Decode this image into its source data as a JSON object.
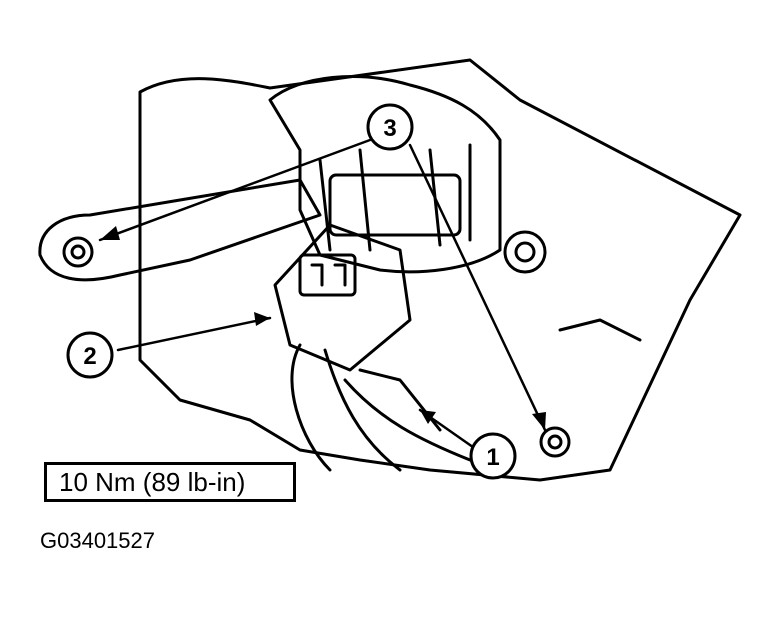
{
  "callouts": [
    "1",
    "2",
    "3"
  ],
  "torque_spec": "10 Nm (89 lb-in)",
  "figure_code": "G03401527"
}
